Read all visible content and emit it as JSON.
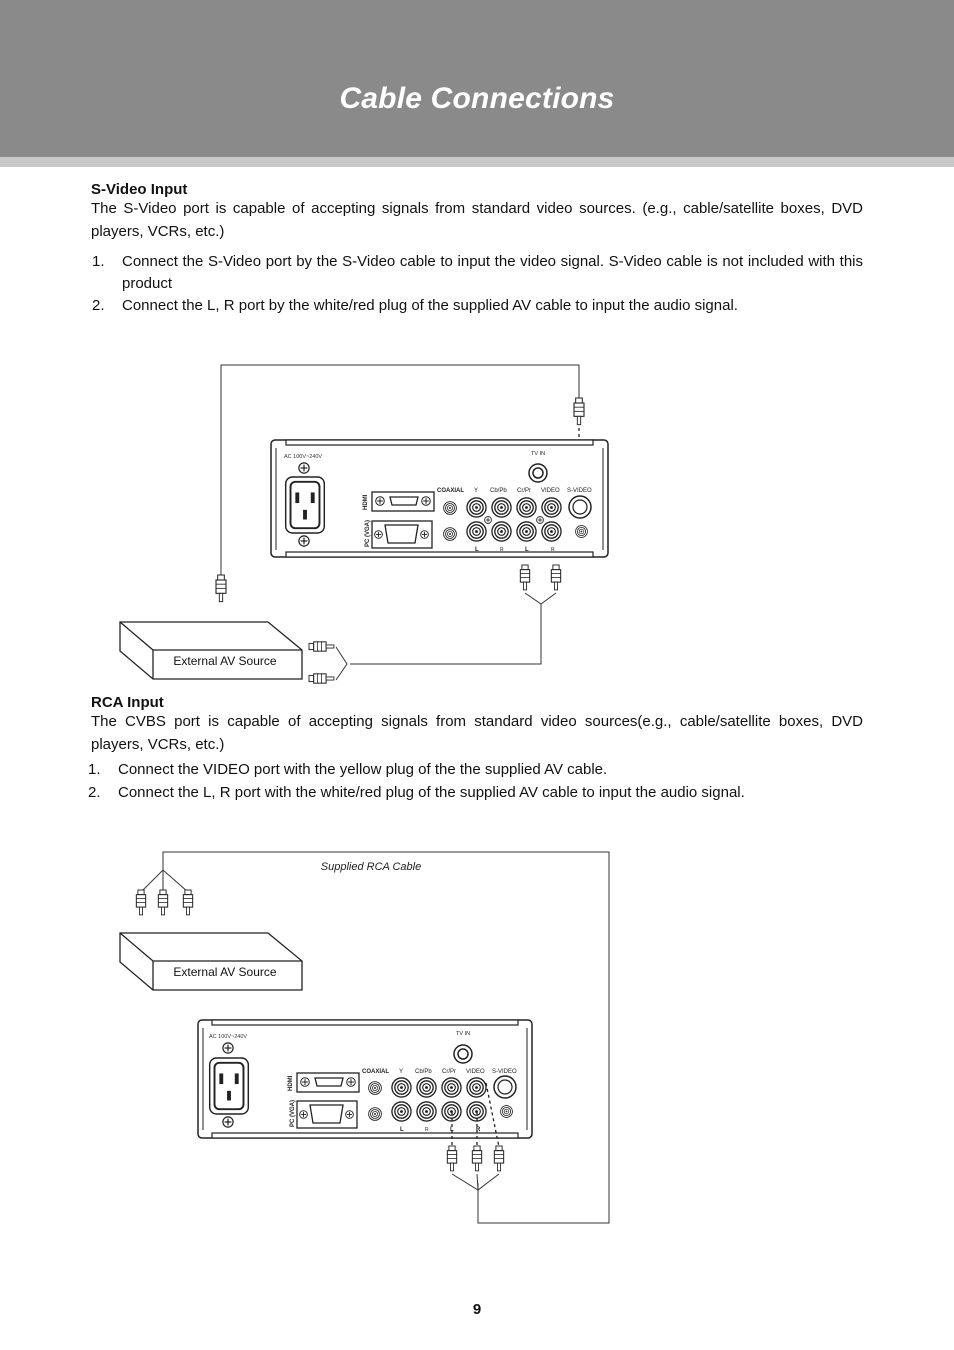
{
  "header": {
    "title": "Cable Connections"
  },
  "svideo": {
    "heading": "S-Video Input",
    "intro": "The S-Video port is capable of accepting signals from standard video sources. (e.g., cable/satellite boxes, DVD players, VCRs, etc.)",
    "steps": [
      {
        "num": "1.",
        "text": "Connect the S-Video port by the S-Video cable to input the video signal.  S-Video cable is not included with this product"
      },
      {
        "num": "2.",
        "text": "Connect the L, R port by the white/red plug of the supplied AV cable to input the audio signal."
      }
    ],
    "source_label": "External AV Source"
  },
  "rca": {
    "heading": "RCA Input",
    "intro": "The CVBS port is capable of accepting signals from standard video sources(e.g., cable/satellite boxes, DVD players, VCRs, etc.)",
    "steps": [
      {
        "num": "1.",
        "text": "Connect the VIDEO port with the yellow plug of the the supplied AV cable."
      },
      {
        "num": "2.",
        "text": "Connect the L, R port with the white/red plug of the supplied AV cable to input the audio signal."
      }
    ],
    "cable_label": "Supplied RCA Cable",
    "source_label": "External AV Source"
  },
  "panel": {
    "ac_label": "AC 100V~240V",
    "tv_in": "TV IN",
    "hdmi": "HDMI",
    "pc_vga": "PC (VGA)",
    "coaxial": "COAXIAL",
    "y": "Y",
    "cbpb": "Cb/Pb",
    "crpr": "Cr/Pr",
    "video": "VIDEO",
    "svideo": "S-VIDEO",
    "l": "L",
    "r": "R"
  },
  "page_number": "9"
}
